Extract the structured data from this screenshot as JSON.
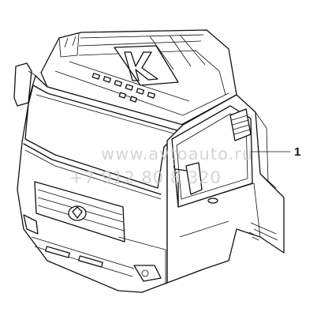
{
  "callouts": [
    {
      "number": "1"
    }
  ],
  "watermark": {
    "line1": "www.avtoauto.ru",
    "line2": "+7 912 80 8 320"
  }
}
